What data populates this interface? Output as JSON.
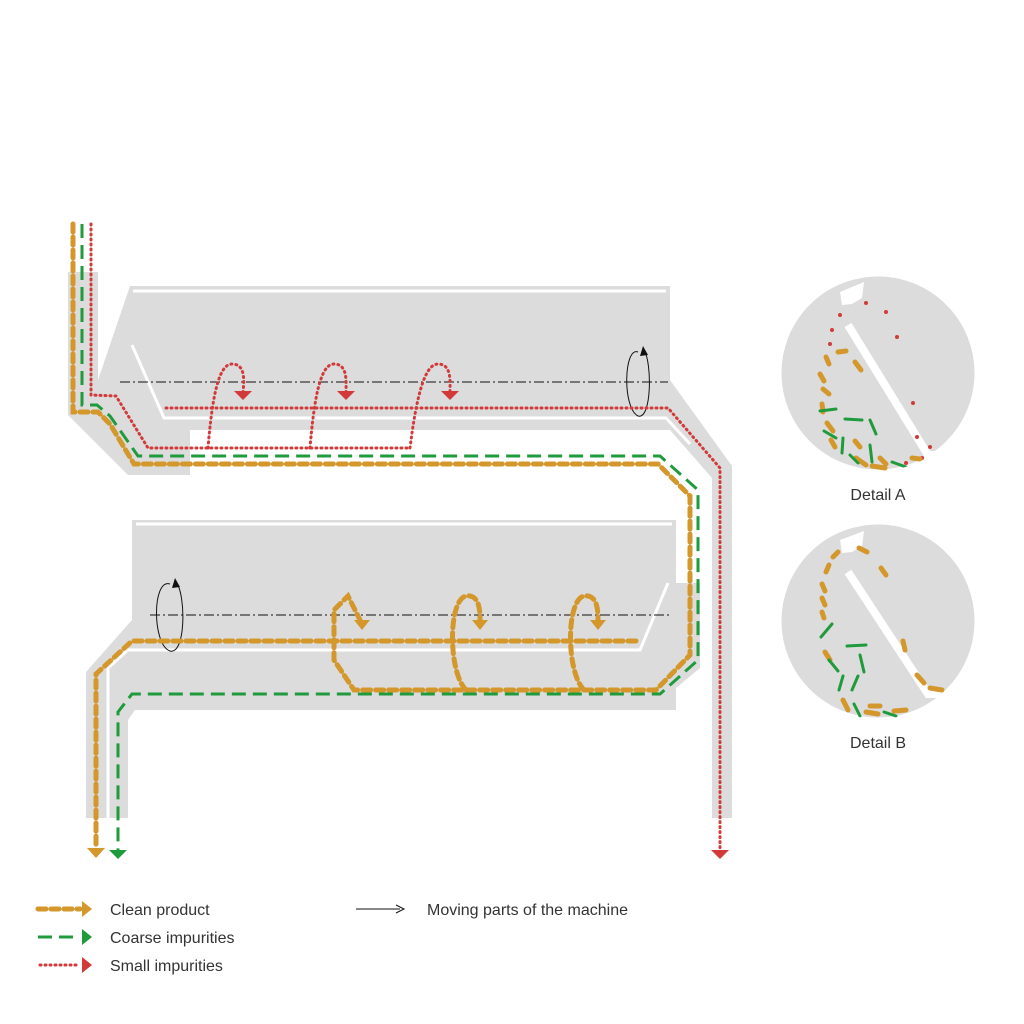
{
  "colors": {
    "machine_body": "#dcdcdc",
    "machine_edge": "#ffffff",
    "clean_product": "#d4972b",
    "coarse_impurities": "#1f9a3c",
    "small_impurities": "#d23a3a",
    "moving_parts": "#111111",
    "text": "#333333"
  },
  "details": [
    {
      "label": "Detail A"
    },
    {
      "label": "Detail B"
    }
  ],
  "legend": {
    "clean_product": "Clean product",
    "coarse_impurities": "Coarse impurities",
    "small_impurities": "Small impurities",
    "moving_parts": "Moving parts of the machine"
  }
}
